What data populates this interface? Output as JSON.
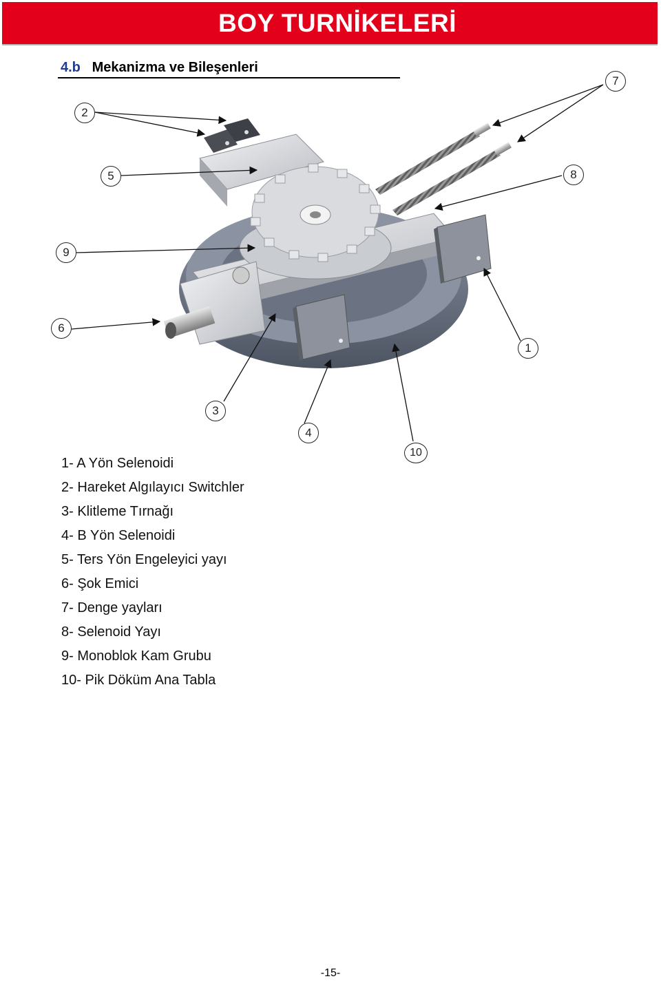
{
  "header": {
    "title": "BOY TURNİKELERİ",
    "color": "#e2001a"
  },
  "section": {
    "number": "4.b",
    "title": "Mekanizma ve Bileşenleri"
  },
  "figure": {
    "callouts": [
      "1",
      "2",
      "3",
      "4",
      "5",
      "6",
      "7",
      "8",
      "9",
      "10"
    ]
  },
  "legend": [
    "1- A Yön Selenoidi",
    "2- Hareket Algılayıcı Switchler",
    "3- Klitleme Tırnağı",
    "4- B Yön Selenoidi",
    "5- Ters Yön Engeleyici yayı",
    "6- Şok Emici",
    "7- Denge yayları",
    "8- Selenoid Yayı",
    "9- Monoblok Kam Grubu",
    "10- Pik Döküm Ana Tabla"
  ],
  "footer": {
    "page_number": "-15-"
  }
}
